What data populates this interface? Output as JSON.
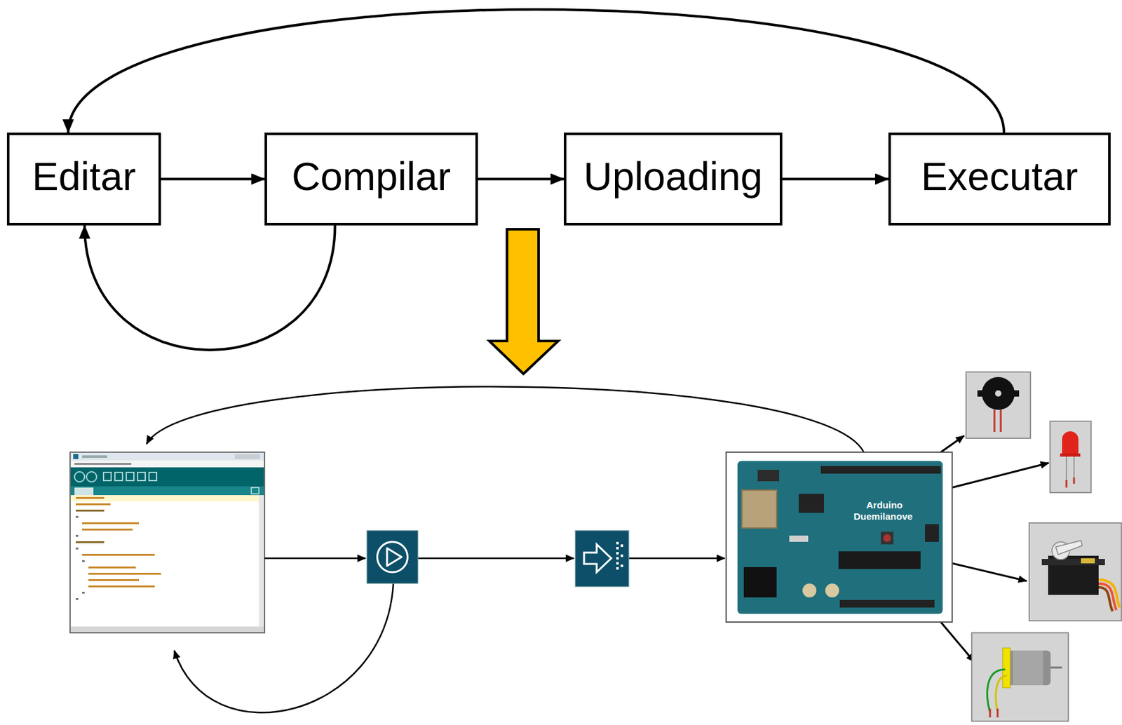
{
  "diagram": {
    "nodes": [
      {
        "text": [
          "Editar"
        ]
      },
      {
        "text": [
          "Compilar"
        ]
      },
      {
        "text": [
          "Uploading"
        ]
      },
      {
        "text": [
          "Executar"
        ]
      }
    ],
    "edges": [
      {
        "from": 0,
        "to": 1,
        "arrow": "to"
      },
      {
        "from": 1,
        "to": 2,
        "arrow": "to"
      },
      {
        "from": 2,
        "to": 3,
        "arrow": "to"
      },
      {
        "from": 3,
        "to": 0,
        "arrow": "to"
      },
      {
        "from": 1,
        "to": 0,
        "arrow": "to"
      }
    ],
    "labels": [
      "Arduino",
      "Duemilanove"
    ]
  }
}
